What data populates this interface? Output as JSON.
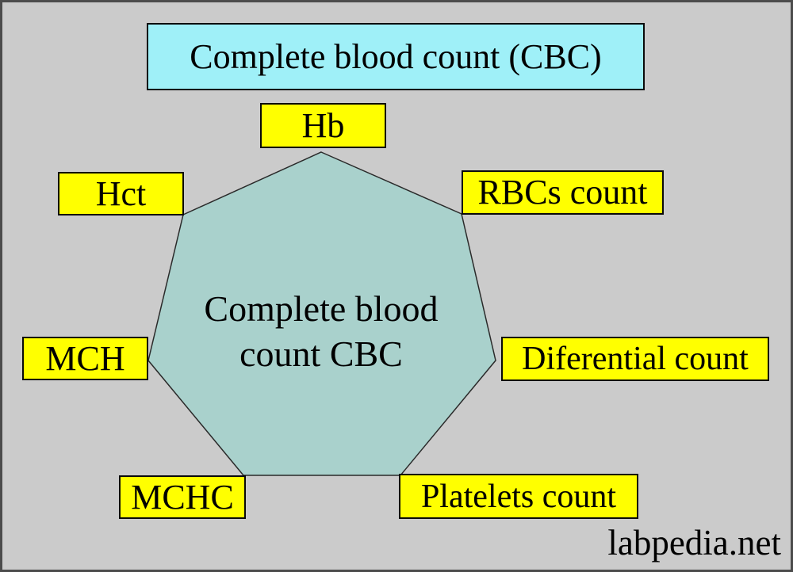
{
  "title": {
    "text": "Complete blood count (CBC)"
  },
  "heptagon": {
    "label_line1": "Complete blood",
    "label_line2": "count CBC"
  },
  "labels": {
    "hb": "Hb",
    "hct": "Hct",
    "rbcs": "RBCs count",
    "mch": "MCH",
    "differential": "Diferential count",
    "mchc": "MCHC",
    "platelets": "Platelets count"
  },
  "watermark": {
    "text": "labpedia.net"
  },
  "colors": {
    "background": "#cbcbcb",
    "page_border": "#4c4c4c",
    "title_box_fill": "#9ff0f8",
    "label_box_fill": "#ffff00",
    "heptagon_fill": "#a9d1cc",
    "outline": "#0a0a0a",
    "text": "#000000"
  }
}
